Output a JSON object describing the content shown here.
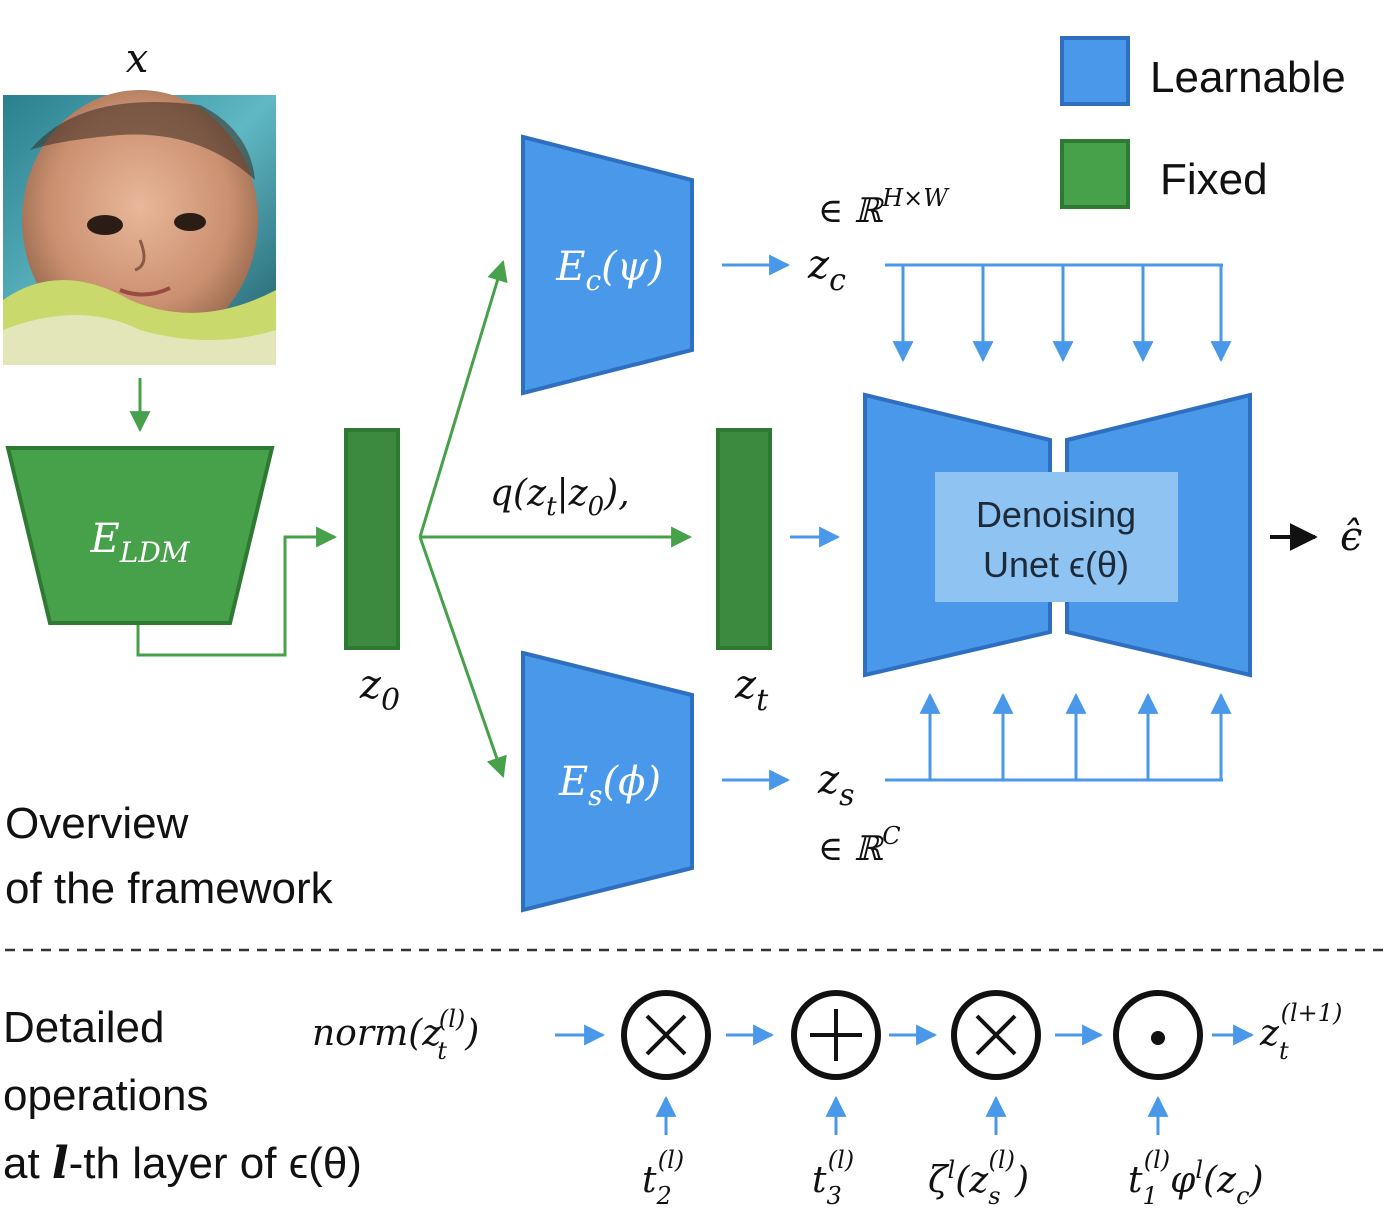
{
  "colors": {
    "learnable": "#4a98ea",
    "learnable_stroke": "#2e6fc0",
    "fixed": "#47a04a",
    "fixed_stroke": "#2f7a33",
    "fixed_dark": "#3c8a3f",
    "arrow_blue": "#4a98ea",
    "arrow_green": "#47a04a",
    "inner_box": "#8ec3f2"
  },
  "legend": {
    "learnable": "Learnable",
    "fixed": "Fixed"
  },
  "image": {
    "label": "x",
    "description_icon": "baby-photo"
  },
  "encoder_ldm": {
    "main": "E",
    "sub": "LDM"
  },
  "encoder_c": {
    "main": "E",
    "sub": "c",
    "arg": "(ψ)"
  },
  "encoder_s": {
    "main": "E",
    "sub": "s",
    "arg": "(ϕ)"
  },
  "latents": {
    "z0_main": "z",
    "z0_sub": "0",
    "zt_main": "z",
    "zt_sub": "t",
    "zc_main": "z",
    "zc_sub": "c",
    "zs_main": "z",
    "zs_sub": "s"
  },
  "spaces": {
    "zc_space": "∈ ℝ",
    "zc_sup": "H×W",
    "zs_space": "∈ ℝ",
    "zs_sup": "C"
  },
  "forward_process": {
    "text_q": "q(z",
    "sub_t": "t",
    "text_mid": "|z",
    "sub_0": "0",
    "text_end": "),"
  },
  "unet": {
    "line1": "Denoising",
    "line2": "Unet ϵ(θ)"
  },
  "output": {
    "label": "ϵ̂"
  },
  "overview": {
    "line1": "Overview",
    "line2": "of the framework"
  },
  "detailed": {
    "line1": "Detailed",
    "line2": "operations",
    "line3_pre": "at ",
    "line3_l": "l",
    "line3_post": "-th layer of ϵ(θ)"
  },
  "ops": {
    "input_text": "norm(z",
    "input_sub": "t",
    "input_sup": "(l)",
    "input_close": ")",
    "op1": "⊗",
    "op2": "⊕",
    "op3": "⊗",
    "op4": "⊙",
    "output_main": "z",
    "output_sub": "t",
    "output_sup": "(l+1)",
    "t2_main": "t",
    "t2_sub": "2",
    "t2_sup": "(l)",
    "t3_main": "t",
    "t3_sub": "3",
    "t3_sup": "(l)",
    "zeta_main": "ζ",
    "zeta_sup": "l",
    "zeta_open": "(z",
    "zeta_sub": "s",
    "zeta_sup2": "(l)",
    "zeta_close": ")",
    "t1_main": "t",
    "t1_sub": "1",
    "t1_sup": "(l)",
    "phi_main": "φ",
    "phi_sup": "l",
    "phi_open": "(z",
    "phi_sub": "c",
    "phi_close": ")"
  }
}
